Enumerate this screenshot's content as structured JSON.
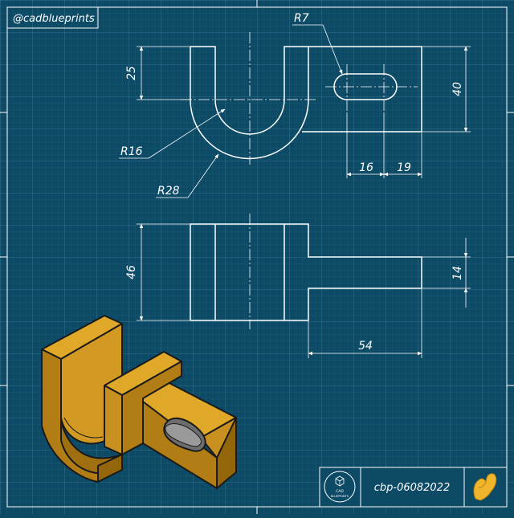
{
  "header": {
    "handle": "@cadblueprints"
  },
  "drawing": {
    "top_view": {
      "r_slot": "R7",
      "r_inner": "R16",
      "r_outer": "R28",
      "height_25": "25",
      "height_40": "40",
      "slot_16": "16",
      "slot_19": "19"
    },
    "front_view": {
      "height_46": "46",
      "height_14": "14",
      "length_54": "54"
    }
  },
  "title_block": {
    "logo_line1": "CAD",
    "logo_line2": "BLUEPRINTS",
    "code": "cbp-06082022",
    "hand_icon": "pinching-hand"
  },
  "colors": {
    "background": "#0c4a66",
    "line": "#ffffff",
    "part": "#c8901f"
  }
}
